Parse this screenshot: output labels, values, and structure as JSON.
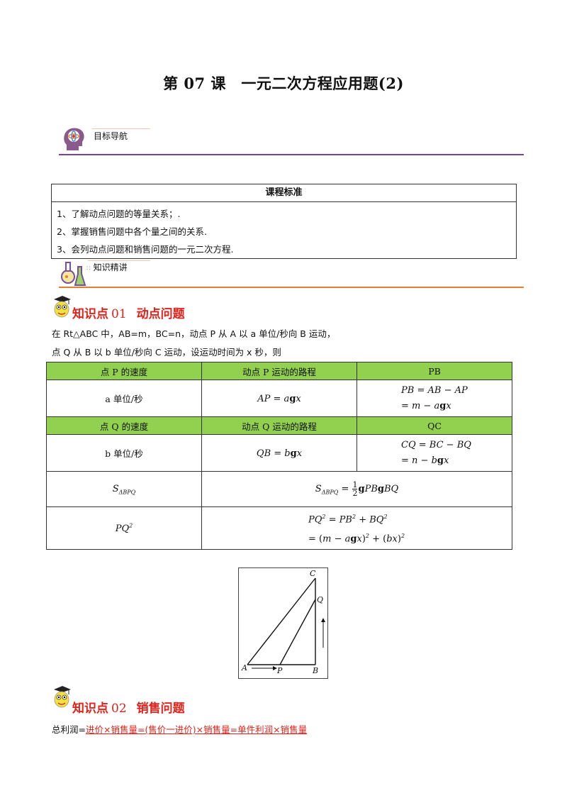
{
  "page": {
    "title": "第 07 课　一元二次方程应用题(2)"
  },
  "nav": {
    "goal_label": "目标导航",
    "knowledge_label": "知识精讲"
  },
  "standards": {
    "header": "课程标准",
    "items": [
      "1、了解动点问题的等量关系；.",
      "2、掌握销售问题中各个量之间的关系.",
      "3、会列动点问题和销售问题的一元二次方程."
    ]
  },
  "kp1": {
    "label": "知识点",
    "number": "01",
    "name": "动点问题",
    "intro_line1": "在 Rt△ABC 中，AB=m，BC=n，动点 P 从 A 以 a 单位/秒向 B 运动，",
    "intro_line2": "点 Q 从 B 以 b 单位/秒向 C 运动，设运动时间为 x 秒，则"
  },
  "table": {
    "row1_headers": [
      "点 P 的速度",
      "动点 P 运动的路程",
      "PB"
    ],
    "row1_values": [
      "a 单位/秒"
    ],
    "row2_headers": [
      "点 Q 的速度",
      "动点 Q 运动的路程",
      "QC"
    ],
    "row2_values": [
      "b 单位/秒"
    ],
    "header_color": "#92d050"
  },
  "figure": {
    "points": [
      "A",
      "P",
      "B",
      "Q",
      "C"
    ]
  },
  "kp2": {
    "label": "知识点",
    "number": "02",
    "name": "销售问题"
  },
  "sales": {
    "prefix": "总利润=",
    "formula": "进价×销售量=(售价一进价)×销售量=单件利润×销售量"
  },
  "colors": {
    "accent_red": "#e0221a",
    "purple_rule": "#7b3fa3",
    "orange_rule": "#e77d2a",
    "table_header": "#92d050"
  }
}
